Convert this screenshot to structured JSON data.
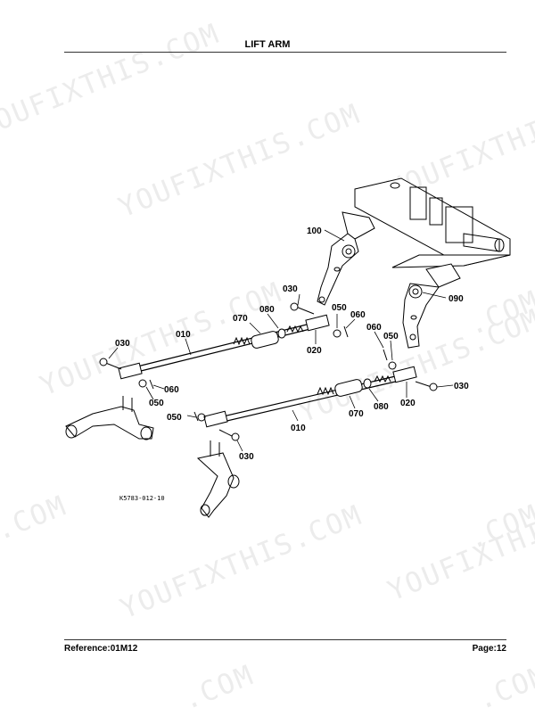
{
  "header": {
    "title": "LIFT ARM"
  },
  "footer": {
    "reference": "Reference:01M12",
    "page": "Page:12"
  },
  "watermarks": [
    "YOUFIXTHIS.COM",
    "YOUFIXTHIS.COM",
    "YOUFIXTHIS",
    "YOUFIXTHIS.COM",
    "YOUFIXTHIS.COM",
    "YOUFIXTHIS",
    "YOUFIXTHIS.COM",
    ".COM",
    ".COM",
    ".COM",
    ".COM",
    ".COM"
  ],
  "diagram": {
    "figure_code": "K5783-012-10",
    "callouts": [
      "100",
      "090",
      "030",
      "070",
      "080",
      "050",
      "060",
      "010",
      "020",
      "030",
      "060",
      "050",
      "060",
      "050",
      "030",
      "010",
      "070",
      "080",
      "020",
      "050",
      "030"
    ]
  }
}
